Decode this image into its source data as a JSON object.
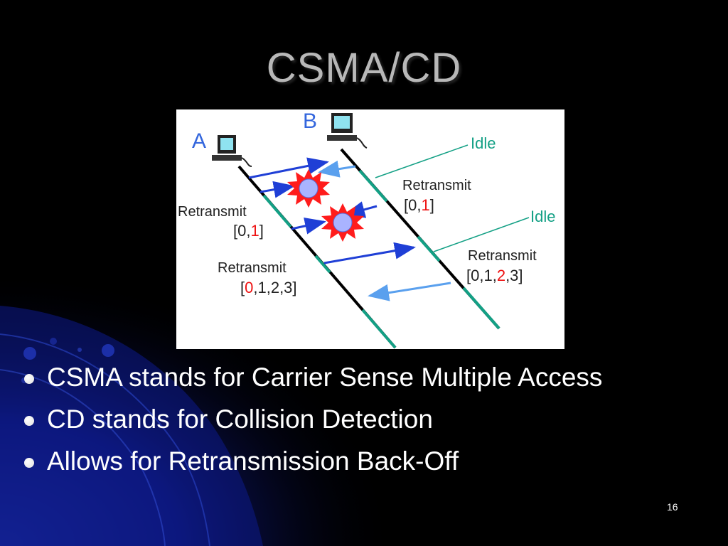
{
  "slide": {
    "title": "CSMA/CD",
    "bullets": [
      "CSMA stands for Carrier Sense Multiple Access",
      "CD stands for Collision Detection",
      "Allows for Retransmission Back-Off"
    ],
    "page_number": "16"
  },
  "figure": {
    "station_a": "A",
    "station_b": "B",
    "idle_label": "Idle",
    "retransmit_label": "Retransmit",
    "ranges": [
      {
        "open": "[0,",
        "highlight": "1",
        "close": "]"
      },
      {
        "open": "[0,",
        "highlight": "1",
        "close": "]"
      },
      {
        "open": "[",
        "highlight": "0",
        "close": ",1,2,3]"
      },
      {
        "open": "[0,1,",
        "highlight": "2",
        "close": ",3]"
      }
    ]
  },
  "colors": {
    "station_label": "#3366dd",
    "idle": "#13a085",
    "highlight": "#ee1111",
    "arrow": "#1f3fd6",
    "arrow_light": "#5aa0ee"
  }
}
